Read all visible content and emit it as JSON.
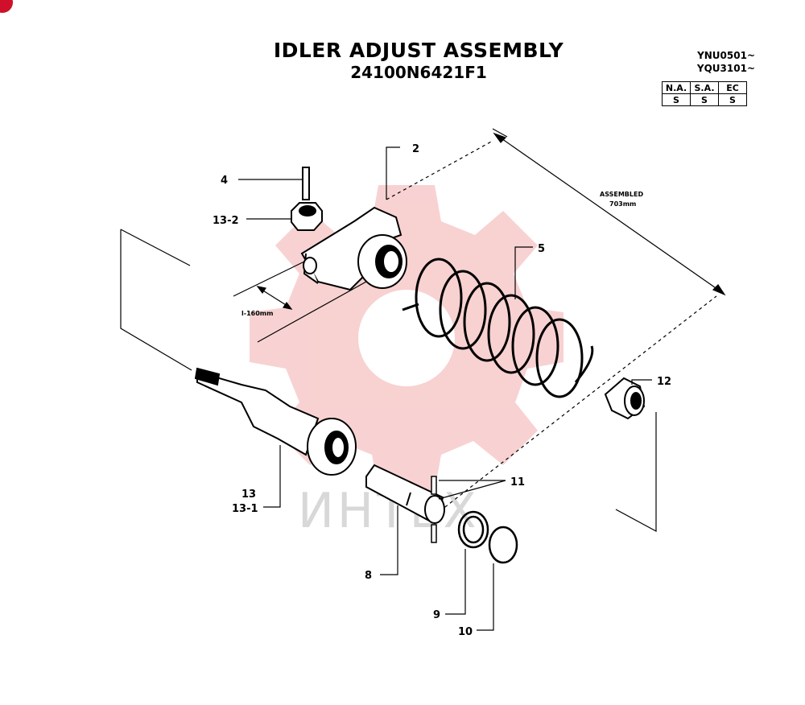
{
  "title": "IDLER ADJUST ASSEMBLY",
  "part_number": "24100N6421F1",
  "serial_ranges": [
    "YNU0501~",
    "YQU3101~"
  ],
  "applicability": {
    "headers": [
      "N.A.",
      "S.A.",
      "EC"
    ],
    "values": [
      "S",
      "S",
      "S"
    ]
  },
  "callouts": {
    "c2": "2",
    "c4": "4",
    "c13_2": "13-2",
    "c5": "5",
    "c12": "12",
    "c13": "13",
    "c13_1": "13-1",
    "c11": "11",
    "c8": "8",
    "c9": "9",
    "c10": "10"
  },
  "dimensions": {
    "assembled_label": "ASSEMBLED",
    "assembled_value": "703mm",
    "stroke_label": "l-160mm"
  },
  "watermark": "ИНТЕХ",
  "colors": {
    "watermark_gear": "#f6c9c9",
    "accent": "#d0102a"
  }
}
